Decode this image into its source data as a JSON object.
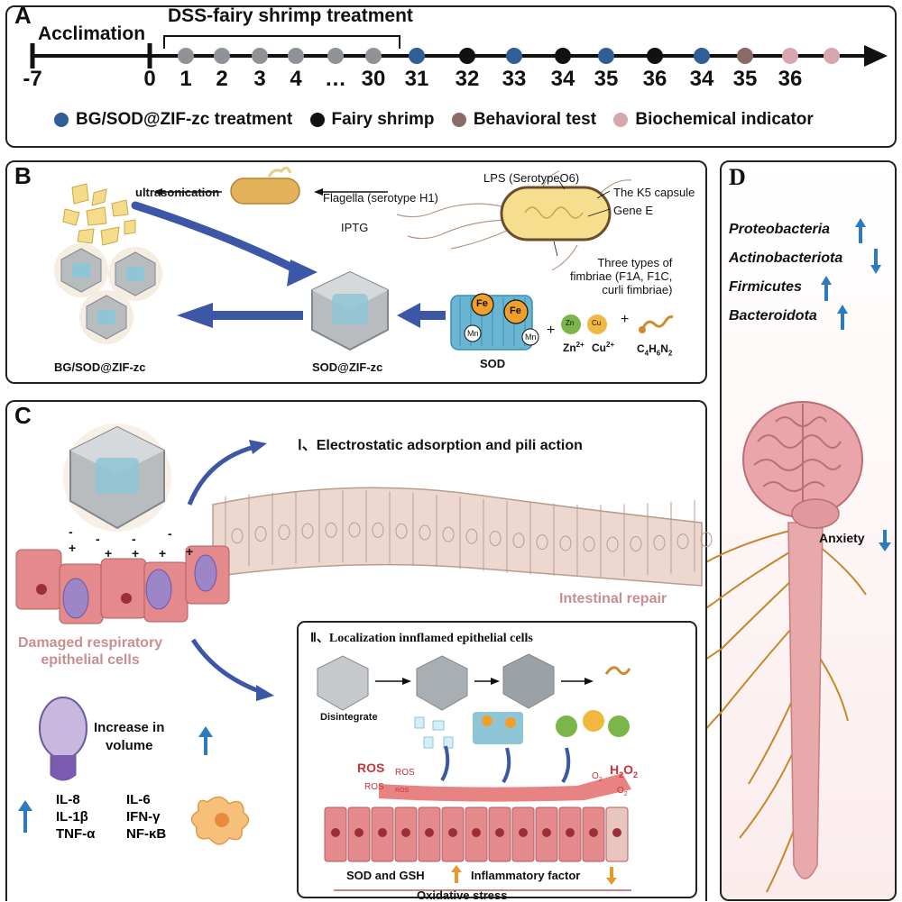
{
  "panels": {
    "a": "A",
    "b": "B",
    "c": "C",
    "d": "D"
  },
  "timeline": {
    "acclimation": "Acclimation",
    "treatment_title": "DSS-fairy shrimp treatment",
    "ticks": [
      {
        "label": "-7",
        "dot": null
      },
      {
        "label": "0",
        "dot": null
      },
      {
        "label": "1",
        "dot": "gray"
      },
      {
        "label": "2",
        "dot": "gray"
      },
      {
        "label": "3",
        "dot": "gray"
      },
      {
        "label": "4",
        "dot": "gray"
      },
      {
        "label": "…",
        "dot": "gray"
      },
      {
        "label": "30",
        "dot": "gray"
      },
      {
        "label": "31",
        "dot": "blue"
      },
      {
        "label": "32",
        "dot": "black"
      },
      {
        "label": "33",
        "dot": "blue"
      },
      {
        "label": "34",
        "dot": "black"
      },
      {
        "label": "35",
        "dot": "blue"
      },
      {
        "label": "36",
        "dot": "black"
      },
      {
        "label": "34",
        "dot": "blue"
      },
      {
        "label": "35",
        "dot": "brown"
      },
      {
        "label": "36",
        "dot": "pink"
      }
    ],
    "extra_dot": "pink",
    "legend": [
      {
        "label": "BG/SOD@ZIF-zc treatment",
        "color": "#2f5f96"
      },
      {
        "label": "Fairy shrimp",
        "color": "#111111"
      },
      {
        "label": "Behavioral test",
        "color": "#8a6a64"
      },
      {
        "label": "Biochemical indicator",
        "color": "#d8a6b0"
      }
    ]
  },
  "colors": {
    "gray": "#8f9296",
    "blue": "#2f5f96",
    "black": "#111111",
    "brown": "#8a6a64",
    "pink": "#d8a6b0",
    "cell_pink": "#e4898c",
    "cell_tan": "#ecd8cf",
    "nerve": "#c8882a",
    "arrow_blue": "#3b57a6",
    "up_arrow": "#2c7bbf",
    "down_arrow": "#e39b2c"
  },
  "panel_b": {
    "ultrasonication": "ultrasonication",
    "flagella": "Flagella (serotype H1)",
    "iptg": "IPTG",
    "lps": "LPS (SerotypeO6)",
    "k5": "The K5 capsule",
    "gene_e": "Gene E",
    "fimbriae": [
      "Three types of",
      "fimbriae (F1A, F1C,",
      "curli fimbriae)"
    ],
    "bg_sod": "BG/SOD@ZIF-zc",
    "sod_zif": "SOD@ZIF-zc",
    "sod": "SOD",
    "fe": "Fe",
    "mn": "Mn",
    "zn": "Zn",
    "cu": "Cu",
    "plus": "+",
    "zn_ion": "Zn",
    "zn_sup": "2+",
    "cu_ion": "Cu",
    "cu_sup": "2+",
    "ligand_c": "C",
    "ligand_c_sub": "4",
    "ligand_h": "H",
    "ligand_h_sub": "6",
    "ligand_n": "N",
    "ligand_n_sub": "2"
  },
  "panel_c": {
    "step1": "Ⅰ、Electrostatic adsorption and pili action",
    "intestinal_repair": "Intestinal repair",
    "damaged": [
      "Damaged respiratory",
      "epithelial cells"
    ],
    "charges": [
      "-",
      "-",
      "-",
      "-",
      "+",
      "+",
      "+",
      "+",
      "+"
    ],
    "increase": [
      "Increase in",
      "volume"
    ],
    "cytokines": [
      "IL-8",
      "IL-6",
      "IL-1β",
      "IFN-γ",
      "TNF-α",
      "NF-κB"
    ],
    "step2": "Ⅱ、Localization innflamed epithelial cells",
    "disintegrate": "Disintegrate",
    "ros": "ROS",
    "o2": "O",
    "o2_sub": "2",
    "h2o2": "H",
    "h2o2_sub": "2",
    "h2o2_o": "O",
    "h2o2_sub2": "2",
    "bottom_a": "SOD  and GSH",
    "bottom_b": "Inflammatory factor",
    "bottom_c": "Oxidative stress"
  },
  "panel_d": {
    "bacteria": [
      {
        "name": "Proteobacteria",
        "trend": "up"
      },
      {
        "name": "Actinobacteriota",
        "trend": "down"
      },
      {
        "name": "Firmicutes",
        "trend": "up"
      },
      {
        "name": "Bacteroidota",
        "trend": "up"
      }
    ],
    "anxiety": "Anxiety",
    "anxiety_trend": "down"
  }
}
